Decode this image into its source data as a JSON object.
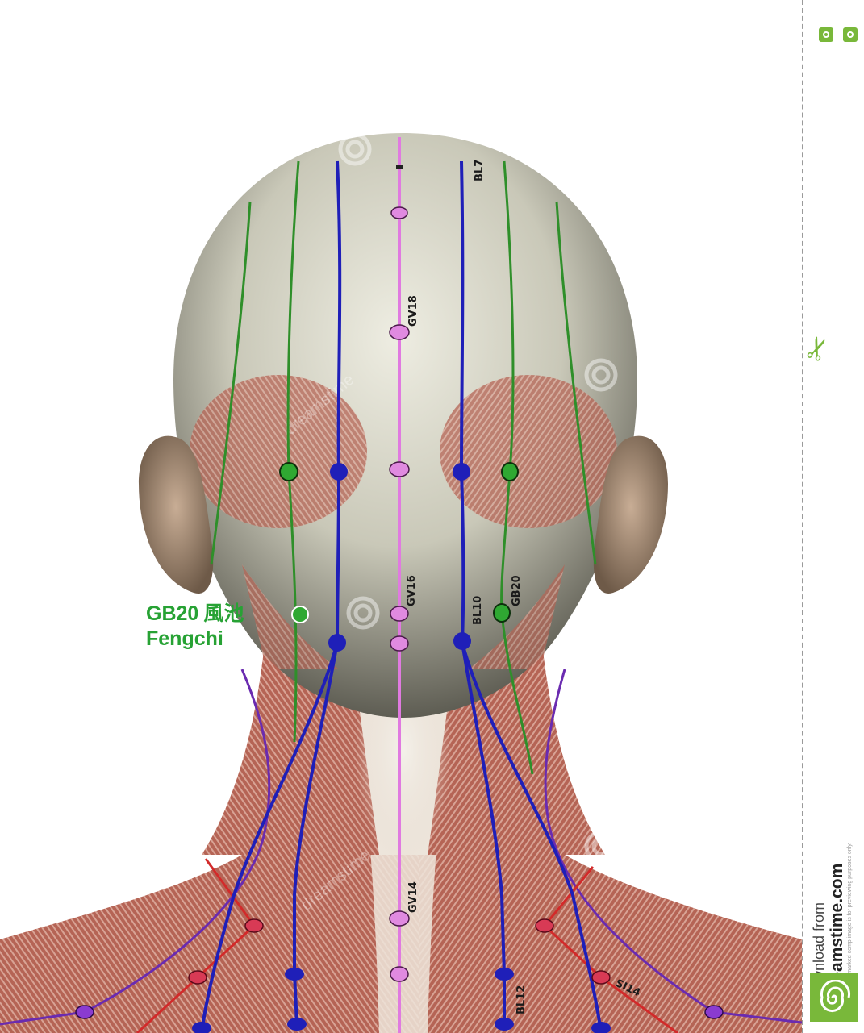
{
  "labels": {
    "gv18": "GV18",
    "gv16": "GV16",
    "gv14": "GV14",
    "bl10": "BL10",
    "gb20_small": "GB20",
    "bl12": "BL12",
    "si14": "SI14",
    "bl7": "BL7"
  },
  "callout": {
    "code": "GB20",
    "chinese": "風池",
    "name": "Fengchi",
    "color": "#27a234"
  },
  "watermark": {
    "brand": "dreamstime",
    "download": "Download from",
    "site": "Dreamstime.com",
    "note": "This watermarked comp image is for previewing purposes only."
  },
  "colors": {
    "governing_vessel": "#e07ae0",
    "bladder": "#1f1fb8",
    "gallbladder": "#2f8f2a",
    "small_intestine": "#d22a2a",
    "triple_burner": "#6a2bb0",
    "brand_green": "#79b83a"
  }
}
